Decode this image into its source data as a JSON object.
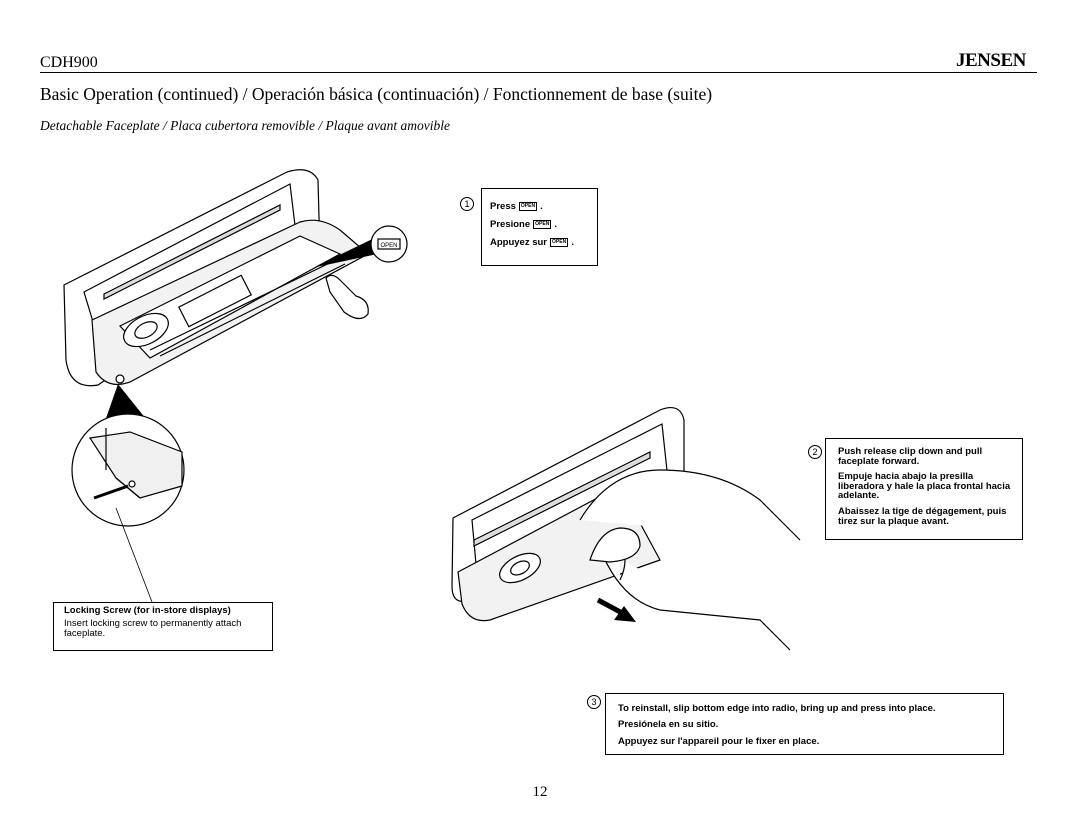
{
  "header": {
    "model": "CDH900",
    "brand": "JENSEN"
  },
  "heading": "Basic Operation (continued) / Operación básica (continuación) / Fonctionnement de base (suite)",
  "subheading": "Detachable Faceplate / Placa cubertora removible / Plaque avant amovible",
  "illustration": {
    "callout_label": "OPEN"
  },
  "step1": {
    "num": "1",
    "key_label": "OPEN",
    "en": "Press",
    "es": "Presione",
    "fr": "Appuyez sur"
  },
  "step2": {
    "num": "2",
    "en": "Push release clip down and pull faceplate forward.",
    "es": "Empuje hacia abajo la presilla liberadora y hale la placa frontal hacia adelante.",
    "fr": "Abaissez la tige de dégagement, puis tirez sur la plaque avant."
  },
  "step3": {
    "num": "3",
    "en": "To reinstall, slip bottom edge into radio, bring up and press into place.",
    "es": "Presiónela en su sitio.",
    "fr": "Appuyez sur l'appareil pour le fixer en place."
  },
  "locking": {
    "title": "Locking Screw (for in-store displays)",
    "body": "Insert locking screw to permanently attach faceplate."
  },
  "page_number": "12"
}
